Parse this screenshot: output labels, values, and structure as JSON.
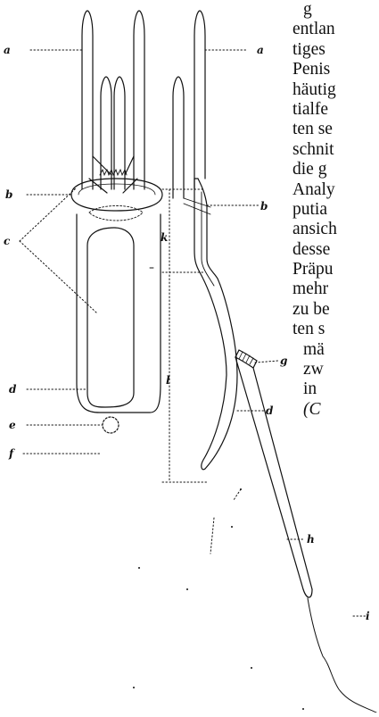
{
  "figure": {
    "labels": {
      "a": "a",
      "b": "b",
      "c": "c",
      "d": "d",
      "e": "e",
      "f": "f",
      "g": "g",
      "h": "h",
      "i": "i",
      "k": "k",
      "l": "l"
    }
  },
  "body_text": {
    "lines": [
      "g",
      "entlan",
      "tiges",
      "Penis",
      "häutig",
      "tialfe",
      "ten se",
      "schnit",
      "die g",
      "Analy",
      "putia",
      "ansich",
      "desse",
      "Präpu",
      "mehr",
      "zu be",
      "ten s",
      "mä",
      "zw",
      "in",
      "(C"
    ]
  }
}
